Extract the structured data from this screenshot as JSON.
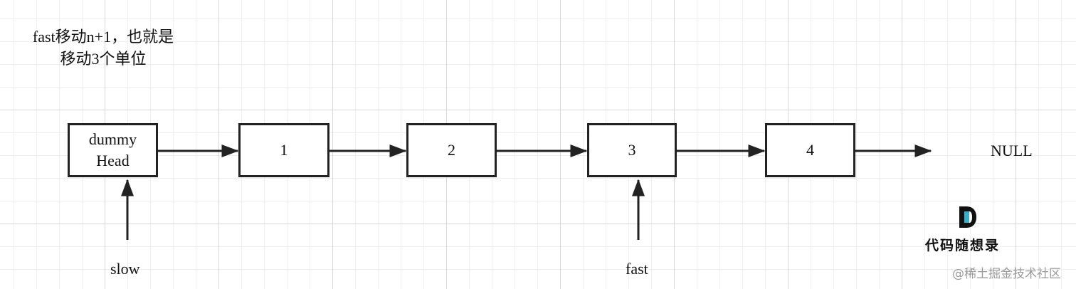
{
  "note": {
    "line1": "fast移动n+1，也就是",
    "line2": "移动3个单位"
  },
  "nodes": [
    {
      "line1": "dummy",
      "line2": "Head"
    },
    {
      "line1": "1"
    },
    {
      "line1": "2"
    },
    {
      "line1": "3"
    },
    {
      "line1": "4"
    }
  ],
  "null_label": "NULL",
  "pointers": {
    "slow": "slow",
    "fast": "fast"
  },
  "logo": {
    "text": "代码随想录",
    "mark_color_dark": "#111111",
    "mark_color_accent": "#38b0c8"
  },
  "watermark": "@稀土掘金技术社区"
}
